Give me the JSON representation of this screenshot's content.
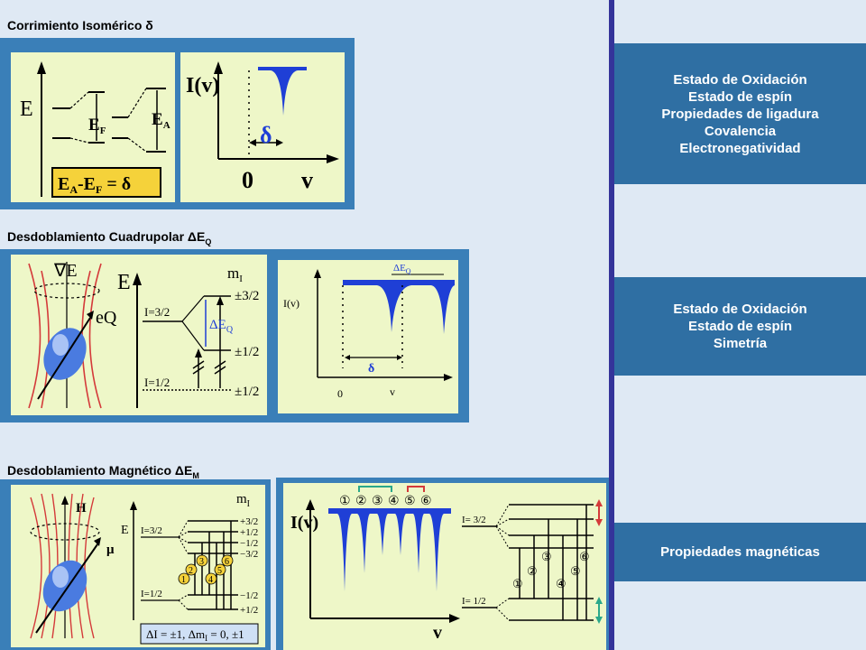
{
  "sections": [
    {
      "title_text": "Corrimiento Isomérico δ",
      "sub": ""
    },
    {
      "title_text": "Desdoblamiento Cuadrupolar ΔE",
      "sub": "Q"
    },
    {
      "title_text": "Desdoblamiento Magnético ΔE",
      "sub": "M"
    }
  ],
  "isomer": {
    "energy_label": "E",
    "ef_label": "E",
    "ef_sub": "F",
    "ea_label": "E",
    "ea_sub": "A",
    "formula": "E",
    "formula_a": "A",
    "formula_mid": "-E",
    "formula_f": "F",
    "formula_end": " = δ",
    "iv_label": "I(v)",
    "delta_label": "δ",
    "zero_label": "0",
    "v_label": "v"
  },
  "quadrupole": {
    "grad_label": "∇E",
    "eq_label": "eQ",
    "energy_label": "E",
    "mi_label": "m",
    "mi_sub": "I",
    "i32_label": "I=3/2",
    "i12_label": "I=1/2",
    "m32": "±3/2",
    "m12a": "±1/2",
    "m12b": "±1/2",
    "deq_label": "ΔE",
    "deq_sub": "Q",
    "spec_iv": "I(v)",
    "spec_deq": "ΔE",
    "spec_deq_sub": "Q",
    "spec_delta": "δ",
    "spec_zero": "0",
    "spec_v": "v"
  },
  "magnetic": {
    "h_label": "H",
    "mu_label": "μ",
    "energy_label": "E",
    "mi_label": "m",
    "mi_sub": "I",
    "i32_label": "I=3/2",
    "i12_label": "I=1/2",
    "levels_top": [
      "+3/2",
      "+1/2",
      "−1/2",
      "−3/2"
    ],
    "levels_bottom": [
      "−1/2",
      "+1/2"
    ],
    "numbers": [
      "1",
      "2",
      "3",
      "4",
      "5",
      "6"
    ],
    "rule_text": "ΔI = ±1, Δm",
    "rule_sub": "I",
    "rule_end": " = 0, ±1",
    "spec_iv": "I(v)",
    "spec_v": "v",
    "spec_i32": "I=  3/2",
    "spec_i12": "I=  1/2",
    "peaks_circled": [
      "①",
      "②",
      "③",
      "④",
      "⑤",
      "⑥"
    ]
  },
  "properties": [
    {
      "lines": [
        "Estado de Oxidación",
        "Estado de espín",
        "Propiedades de ligadura",
        "Covalencia",
        "Electronegatividad"
      ]
    },
    {
      "lines": [
        "Estado de Oxidación",
        "Estado de espín",
        "Simetría"
      ]
    },
    {
      "lines": [
        "Propiedades magnéticas"
      ]
    }
  ],
  "colors": {
    "frame_blue": "#3a7fb8",
    "panel_green": "#eef7c8",
    "peak_blue": "#1f3fd6",
    "box_blue": "#2f6fa3",
    "divider": "#34349a",
    "formula_box": "#f5d23a"
  }
}
